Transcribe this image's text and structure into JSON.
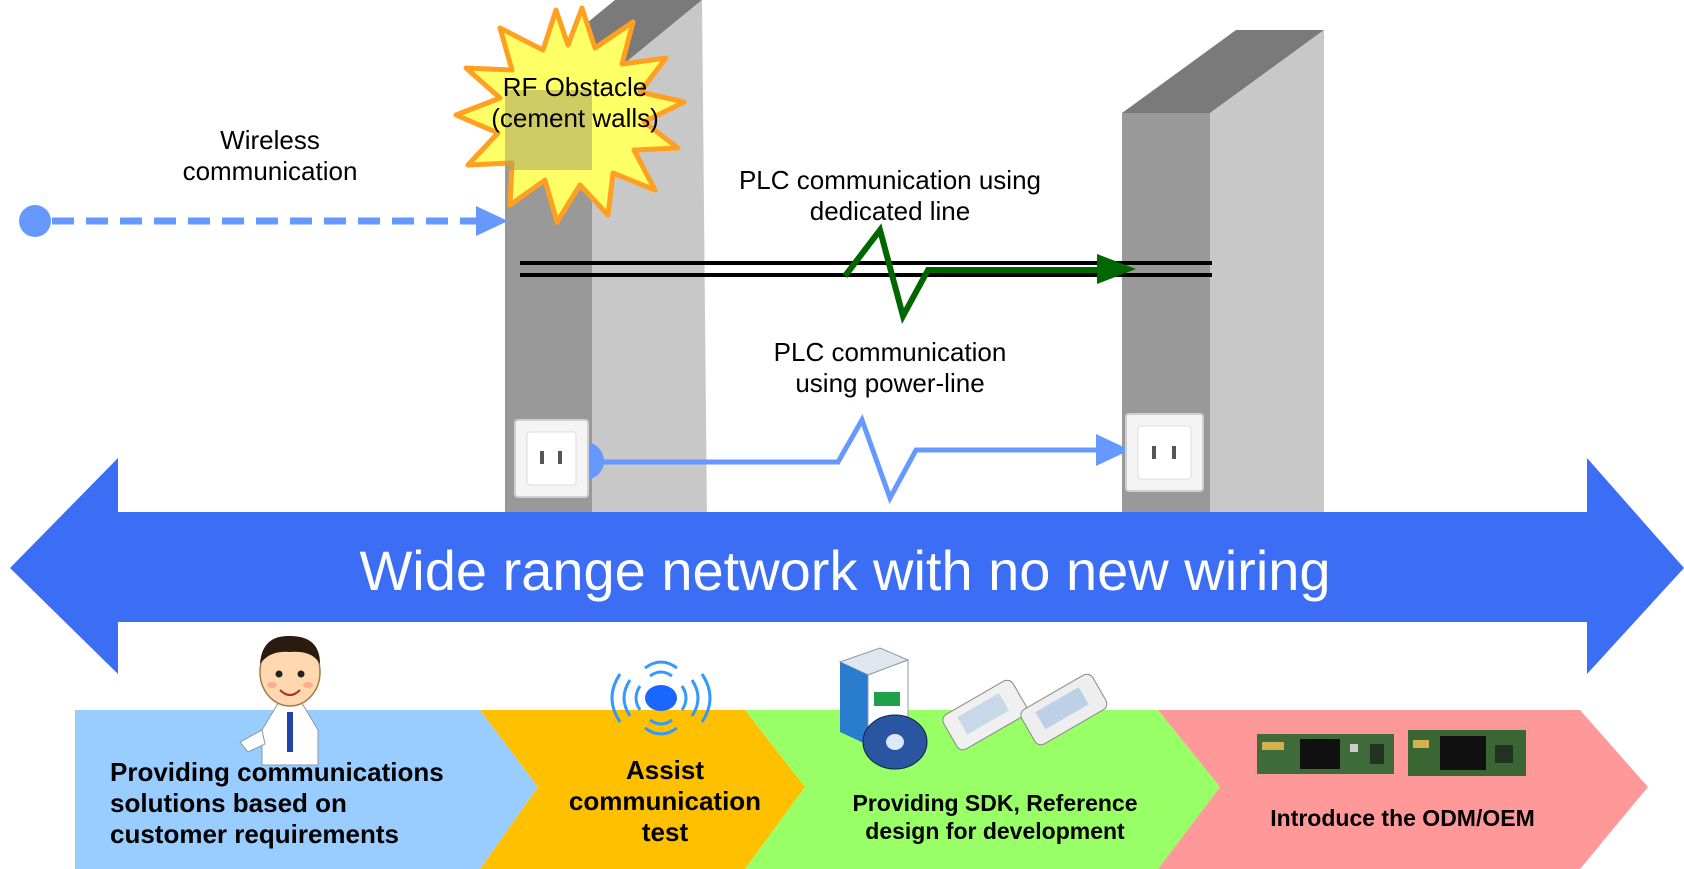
{
  "labels": {
    "wireless": [
      "Wireless",
      "communication"
    ],
    "rf_obstacle": [
      "RF Obstacle",
      "(cement walls)"
    ],
    "plc_dedicated": [
      "PLC communication using",
      "dedicated line"
    ],
    "plc_power": [
      "PLC communication",
      "using power-line"
    ]
  },
  "banner": {
    "text": "Wide range network with no new wiring"
  },
  "steps": [
    {
      "lines": [
        "Providing communications",
        "solutions based on",
        "customer requirements"
      ],
      "color": "#99ccff",
      "icon": "person-icon"
    },
    {
      "lines": [
        "Assist",
        "communication",
        "test"
      ],
      "color": "#ffc000",
      "icon": "wireless-signal-icon"
    },
    {
      "lines": [
        "Providing SDK, Reference",
        "design for development"
      ],
      "color": "#99ff66",
      "icon": "sdk-package-icon"
    },
    {
      "lines": [
        "Introduce the ODM/OEM"
      ],
      "color": "#ff9999",
      "icon": "circuit-board-icon"
    }
  ],
  "colors": {
    "banner_blue": "#3b6ef5",
    "wireless_blue": "#6699ff",
    "dedicated_green": "#006600",
    "wall_front": "#999999",
    "wall_side": "#c8c8c8",
    "burst_yellow": "#ffff66",
    "burst_orange": "#ffa020"
  }
}
